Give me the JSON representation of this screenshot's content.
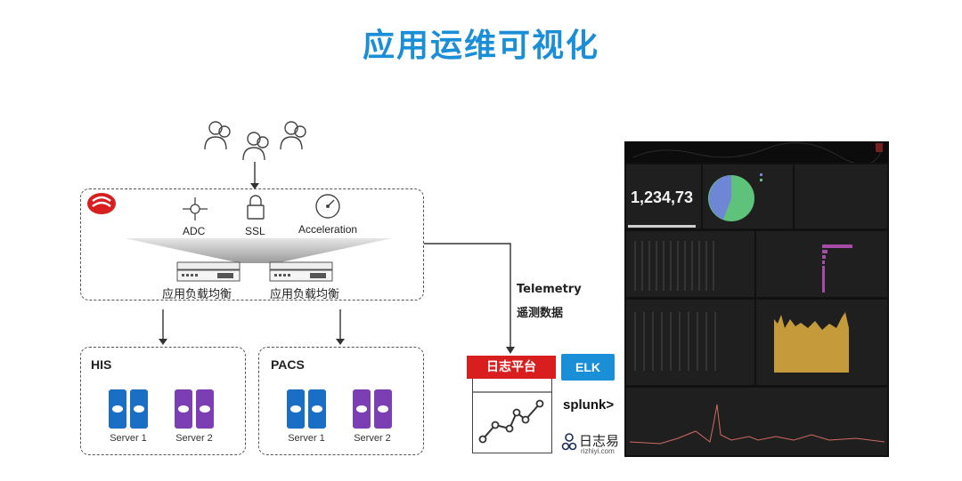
{
  "page": {
    "title": "应用运维可视化"
  },
  "adc_box": {
    "features": [
      {
        "label": "ADC",
        "icon": "adc-icon"
      },
      {
        "label": "SSL",
        "icon": "lock-icon"
      },
      {
        "label": "Acceleration",
        "icon": "gauge-icon"
      }
    ],
    "load_balancers": [
      {
        "label": "应用负载均衡"
      },
      {
        "label": "应用负载均衡"
      }
    ]
  },
  "his": {
    "title": "HIS",
    "servers": [
      {
        "label": "Server 1",
        "color": "#1a6fc4"
      },
      {
        "label": "Server 2",
        "color": "#7b3fb3"
      }
    ]
  },
  "pacs": {
    "title": "PACS",
    "servers": [
      {
        "label": "Server 1",
        "color": "#1a6fc4"
      },
      {
        "label": "Server 2",
        "color": "#7b3fb3"
      }
    ]
  },
  "telemetry": {
    "title": "Telemetry",
    "subtitle": "遥测数据"
  },
  "log_platform": {
    "title": "日志平台",
    "color": "#d81e1e"
  },
  "vendors": {
    "elk": "ELK",
    "splunk": "splunk>",
    "rizhiyi": "日志易",
    "rizhiyi_url": "rizhiyi.com"
  },
  "dashboard": {
    "big_number": "1,234,73"
  },
  "colors": {
    "accent": "#1a8ed6",
    "brand_red": "#d81e1e"
  }
}
